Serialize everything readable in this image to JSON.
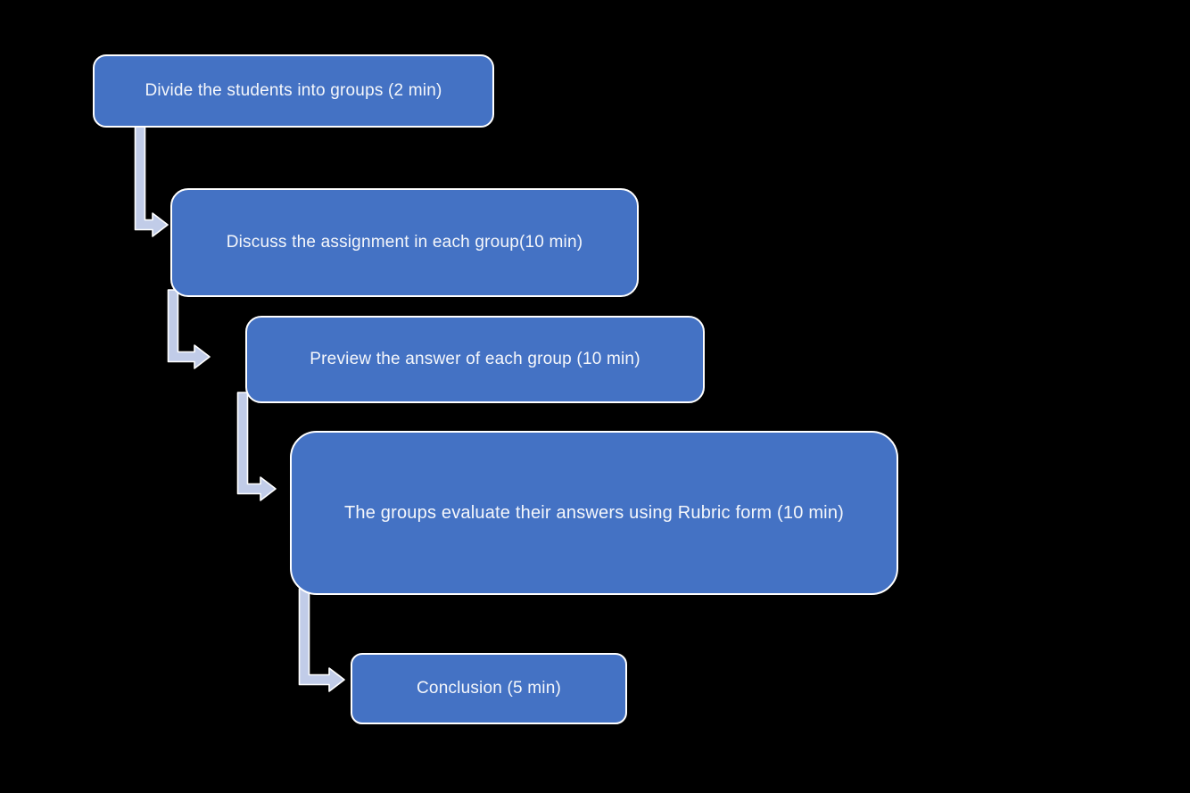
{
  "diagram": {
    "type": "flowchart-staircase",
    "background_color": "#000000",
    "node_fill_color": "#4472c4",
    "node_border_color": "#ffffff",
    "node_text_color": "#ffffff",
    "connector_fill_color": "#c1cce8",
    "connector_border_color": "#ffffff",
    "nodes": [
      {
        "step": 1,
        "label": "Divide the students into groups (2 min)"
      },
      {
        "step": 2,
        "label": "Discuss the assignment in each group(10 min)"
      },
      {
        "step": 3,
        "label": "Preview the answer of each group (10 min)"
      },
      {
        "step": 4,
        "label": "The groups evaluate their answers using Rubric form (10 min)"
      },
      {
        "step": 5,
        "label": "Conclusion (5 min)"
      }
    ],
    "edges": [
      {
        "from": 1,
        "to": 2
      },
      {
        "from": 2,
        "to": 3
      },
      {
        "from": 3,
        "to": 4
      },
      {
        "from": 4,
        "to": 5
      }
    ]
  }
}
